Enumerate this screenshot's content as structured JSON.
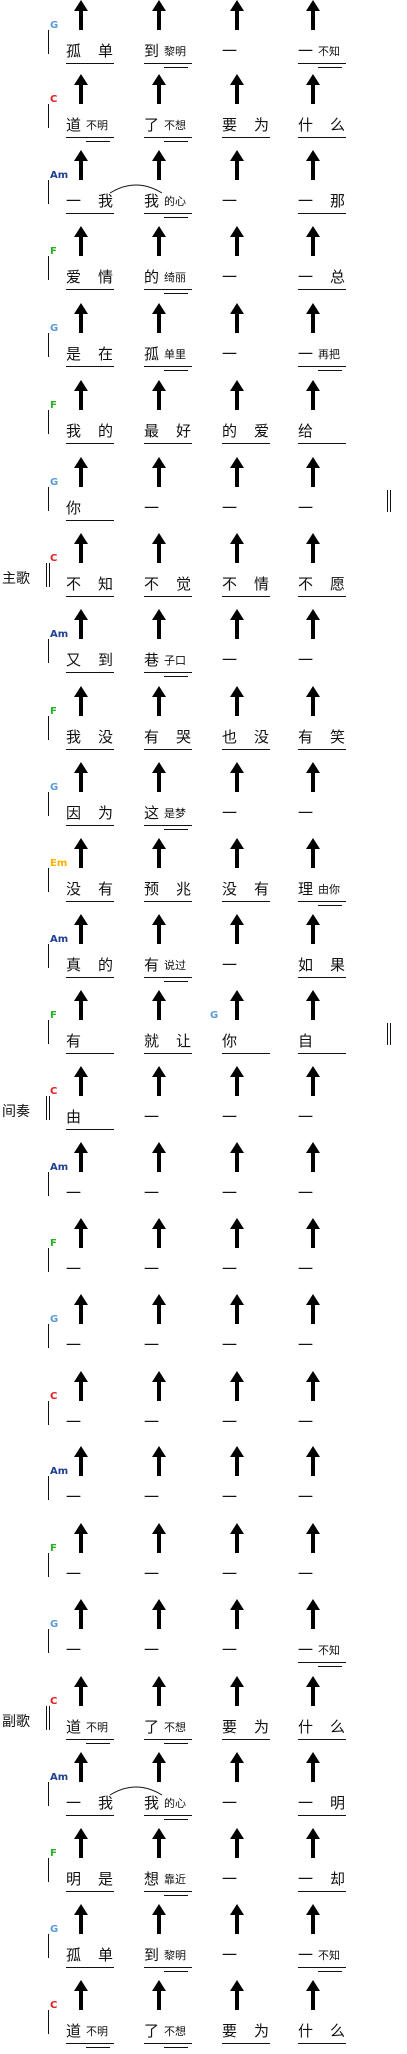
{
  "colors": {
    "G": "#5b9bd5",
    "C": "#e02020",
    "Am": "#1f3f8f",
    "F": "#28b028",
    "Em": "#ffb000"
  },
  "icons": [
    "up-arrow-icon",
    "tie-icon",
    "barline-icon"
  ],
  "sections": {
    "verse": "主歌",
    "interlude": "间奏",
    "chorus": "副歌"
  },
  "rows": [
    {
      "chord": "G",
      "beats": [
        [
          "孤",
          "单"
        ],
        [
          "到",
          "黎明"
        ],
        [
          "一"
        ],
        [
          "一",
          "不知"
        ]
      ]
    },
    {
      "chord": "C",
      "beats": [
        [
          "道",
          "不明"
        ],
        [
          "了",
          "不想"
        ],
        [
          "要",
          "为"
        ],
        [
          "什",
          "么"
        ]
      ]
    },
    {
      "chord": "Am",
      "beats": [
        [
          "一",
          "我"
        ],
        [
          "我",
          "的心"
        ],
        [
          "一"
        ],
        [
          "一",
          "那"
        ]
      ]
    },
    {
      "chord": "F",
      "beats": [
        [
          "爱",
          "情"
        ],
        [
          "的",
          "绮丽"
        ],
        [
          "一"
        ],
        [
          "一",
          "总"
        ]
      ]
    },
    {
      "chord": "G",
      "beats": [
        [
          "是",
          "在"
        ],
        [
          "孤",
          "单里"
        ],
        [
          "一"
        ],
        [
          "一",
          "再把"
        ]
      ]
    },
    {
      "chord": "F",
      "beats": [
        [
          "我",
          "的"
        ],
        [
          "最",
          "好"
        ],
        [
          "的",
          "爱"
        ],
        [
          "给"
        ]
      ]
    },
    {
      "chord": "G",
      "beats": [
        [
          "你"
        ],
        [
          "一"
        ],
        [
          "一"
        ],
        [
          "一"
        ]
      ]
    },
    {
      "chord": "C",
      "section": "verse",
      "beats": [
        [
          "不",
          "知"
        ],
        [
          "不",
          "觉"
        ],
        [
          "不",
          "情"
        ],
        [
          "不",
          "愿"
        ]
      ]
    },
    {
      "chord": "Am",
      "beats": [
        [
          "又",
          "到"
        ],
        [
          "巷",
          "子口"
        ],
        [
          "一"
        ],
        [
          "一"
        ]
      ]
    },
    {
      "chord": "F",
      "beats": [
        [
          "我",
          "没"
        ],
        [
          "有",
          "哭"
        ],
        [
          "也",
          "没"
        ],
        [
          "有",
          "笑"
        ]
      ]
    },
    {
      "chord": "G",
      "beats": [
        [
          "因",
          "为"
        ],
        [
          "这",
          "是梦"
        ],
        [
          "一"
        ],
        [
          "一"
        ]
      ]
    },
    {
      "chord": "Em",
      "beats": [
        [
          "没",
          "有"
        ],
        [
          "预",
          "兆"
        ],
        [
          "没",
          "有"
        ],
        [
          "理",
          "由你"
        ]
      ]
    },
    {
      "chord": "Am",
      "beats": [
        [
          "真",
          "的"
        ],
        [
          "有",
          "说过"
        ],
        [
          "一"
        ],
        [
          "如",
          "果"
        ]
      ]
    },
    {
      "chord": "F",
      "chord2": "G",
      "beats": [
        [
          "有"
        ],
        [
          "就",
          "让"
        ],
        [
          "你"
        ],
        [
          "自"
        ]
      ]
    },
    {
      "chord": "C",
      "section": "interlude",
      "beats": [
        [
          "由"
        ],
        [
          "一"
        ],
        [
          "一"
        ],
        [
          "一"
        ]
      ]
    },
    {
      "chord": "Am",
      "beats": [
        [
          "一"
        ],
        [
          "一"
        ],
        [
          "一"
        ],
        [
          "一"
        ]
      ]
    },
    {
      "chord": "F",
      "beats": [
        [
          "一"
        ],
        [
          "一"
        ],
        [
          "一"
        ],
        [
          "一"
        ]
      ]
    },
    {
      "chord": "G",
      "beats": [
        [
          "一"
        ],
        [
          "一"
        ],
        [
          "一"
        ],
        [
          "一"
        ]
      ]
    },
    {
      "chord": "C",
      "beats": [
        [
          "一"
        ],
        [
          "一"
        ],
        [
          "一"
        ],
        [
          "一"
        ]
      ]
    },
    {
      "chord": "Am",
      "beats": [
        [
          "一"
        ],
        [
          "一"
        ],
        [
          "一"
        ],
        [
          "一"
        ]
      ]
    },
    {
      "chord": "F",
      "beats": [
        [
          "一"
        ],
        [
          "一"
        ],
        [
          "一"
        ],
        [
          "一"
        ]
      ]
    },
    {
      "chord": "G",
      "beats": [
        [
          "一"
        ],
        [
          "一"
        ],
        [
          "一"
        ],
        [
          "一",
          "不知"
        ]
      ]
    },
    {
      "chord": "C",
      "section": "chorus",
      "beats": [
        [
          "道",
          "不明"
        ],
        [
          "了",
          "不想"
        ],
        [
          "要",
          "为"
        ],
        [
          "什",
          "么"
        ]
      ]
    },
    {
      "chord": "Am",
      "beats": [
        [
          "一",
          "我"
        ],
        [
          "我",
          "的心"
        ],
        [
          "一"
        ],
        [
          "一",
          "明"
        ]
      ]
    },
    {
      "chord": "F",
      "beats": [
        [
          "明",
          "是"
        ],
        [
          "想",
          "靠近"
        ],
        [
          "一"
        ],
        [
          "一",
          "却"
        ]
      ]
    },
    {
      "chord": "G",
      "beats": [
        [
          "孤",
          "单"
        ],
        [
          "到",
          "黎明"
        ],
        [
          "一"
        ],
        [
          "一",
          "不知"
        ]
      ]
    },
    {
      "chord": "C",
      "beats": [
        [
          "道",
          "不明"
        ],
        [
          "了",
          "不想"
        ],
        [
          "要",
          "为"
        ],
        [
          "什",
          "么"
        ]
      ]
    }
  ]
}
